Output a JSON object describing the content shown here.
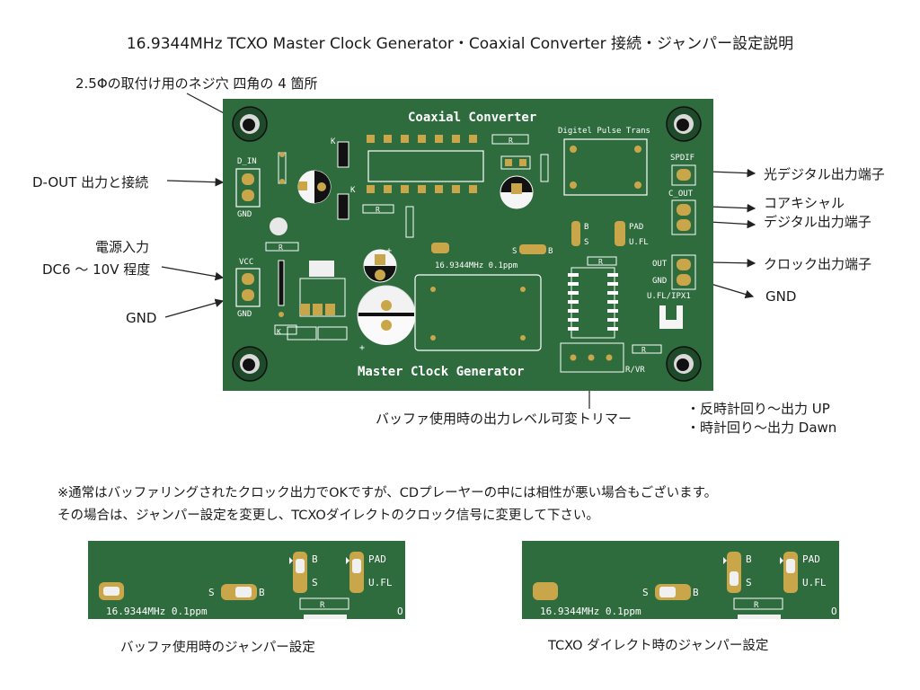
{
  "page": {
    "title": "16.9344MHz TCXO Master Clock Generator・Coaxial Converter 接続・ジャンパー設定説明"
  },
  "annotations": {
    "screw_holes": "2.5Φの取付け用のネジ穴 四角の 4 箇所",
    "d_out": "D-OUT 出力と接続",
    "power_line1": "電源入力",
    "power_line2": "DC6 ～ 10V 程度",
    "gnd_left": "GND",
    "optical_out": "光デジタル出力端子",
    "coax_line1": "コアキシャル",
    "coax_line2": "デジタル出力端子",
    "clock_out": "クロック出力端子",
    "gnd_right": "GND",
    "trimmer": "バッファ使用時の出力レベル可変トリマー",
    "ccw": "・反時計回り～出力 UP",
    "cw": "・時計回り～出力 Dawn"
  },
  "pcb": {
    "top_title": "Coaxial Converter",
    "bottom_title": "Master Clock Generator",
    "pulse_trans": "Digitel Pulse Trans",
    "d_in": "D_IN",
    "gnd": "GND",
    "vcc": "VCC",
    "spdif": "SPDIF",
    "c_out": "C_OUT",
    "out": "OUT",
    "ufl_ipx1": "U.FL/IPX1",
    "freq": "16.9344MHz 0.1ppm",
    "s": "S",
    "b": "B",
    "pad": "PAD",
    "ufl": "U.FL",
    "r": "R",
    "k": "K",
    "rvr": "R/VR",
    "plus": "+",
    "minus": "-"
  },
  "notes": {
    "line1": "※通常はバッファリングされたクロック出力でOKですが、CDプレーヤーの中には相性が悪い場合もございます。",
    "line2": "その場合は、ジャンパー設定を変更し、TCXOダイレクトのクロック信号に変更して下さい。"
  },
  "jumpers": {
    "buffer_caption": "バッファ使用時のジャンパー設定",
    "direct_caption": "TCXO ダイレクト時のジャンパー設定",
    "freq": "16.9344MHz 0.1ppm",
    "s": "S",
    "b": "B",
    "pad": "PAD",
    "ufl": "U.FL",
    "r": "R",
    "edge_char": "O"
  },
  "colors": {
    "pcb_green": "#2e6b3d",
    "silk": "#ffffff",
    "copper": "#c9a64a"
  }
}
